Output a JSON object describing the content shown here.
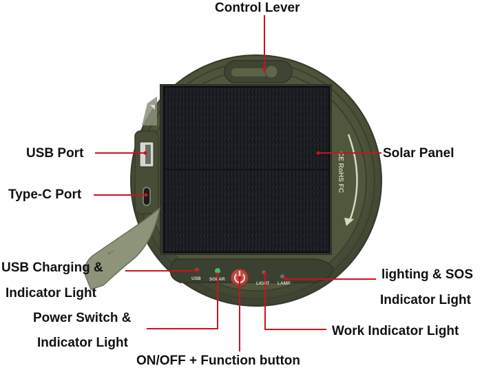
{
  "diagram": {
    "subject": "Solar camping lantern - top view",
    "callouts": {
      "control_lever": "Control Lever",
      "usb_port": "USB Port",
      "type_c_port": "Type-C Port",
      "solar_panel": "Solar Panel",
      "usb_charging_line1": "USB Charging &",
      "usb_charging_line2": "Indicator Light",
      "power_switch_line1": "Power Switch &",
      "power_switch_line2": "Indicator Light",
      "on_off_button": "ON/OFF + Function button",
      "lighting_sos_line1": "lighting & SOS",
      "lighting_sos_line2": "Indicator Light",
      "work_indicator": "Work Indicator Light"
    },
    "panel_labels": {
      "usb": "USB",
      "solar": "SOLAR",
      "light": "LIGHT",
      "lamp": "LAMP"
    },
    "certifications": "CE RoHS FC",
    "icons": [
      "power-icon",
      "usb-symbol-icon",
      "signal-icon",
      "recycle-icon",
      "rotation-arrow-icon"
    ],
    "colors": {
      "body": "#4f563c",
      "body_dark": "#3d4330",
      "solar": "#17191d",
      "leader_line": "#d0101c",
      "power_button": "#b8473f",
      "solar_led": "#3fbf6a",
      "label_text": "#111111"
    }
  }
}
